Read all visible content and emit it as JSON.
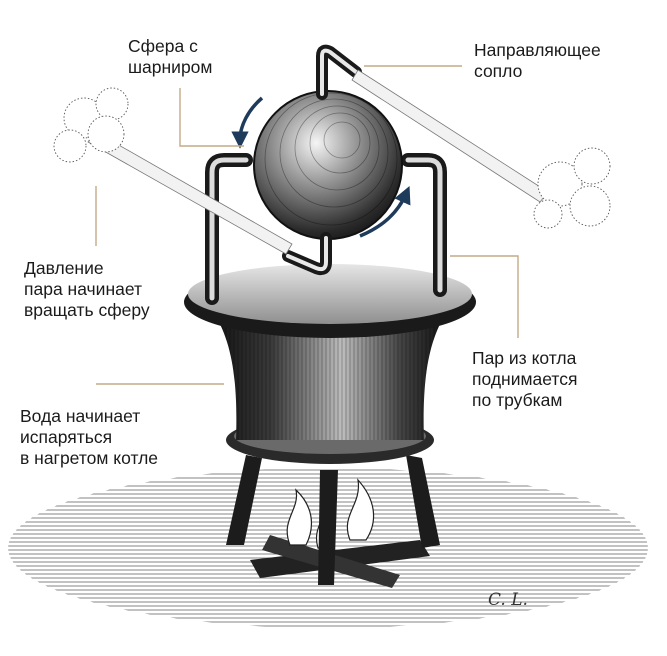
{
  "labels": {
    "sphere_hinge": [
      "Сфера с",
      "шарниром"
    ],
    "guide_nozzle": [
      "Направляющее",
      "сопло"
    ],
    "steam_pressure": [
      "Давление",
      "пара начинает",
      "вращать сферу"
    ],
    "water_boils": [
      "Вода начинает",
      "испаряться",
      "в нагретом котле"
    ],
    "steam_rises": [
      "Пар из котла",
      "поднимается",
      "по трубкам"
    ]
  },
  "signature": "C. L.",
  "colors": {
    "leader_line": "#c4ab86",
    "rotation_arrow": "#1f3b5c",
    "ink": "#1a1a1a",
    "shadow_hatch": "#555555"
  },
  "icons": [
    "rotation-arrow-icon",
    "steam-cloud-icon",
    "flame-icon"
  ]
}
